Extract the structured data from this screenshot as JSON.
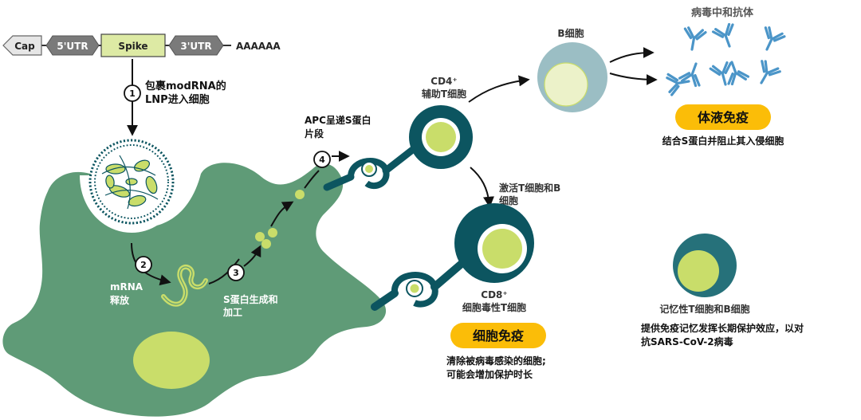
{
  "mrna": {
    "cap": "Cap",
    "utr5": "5'UTR",
    "spike": "Spike",
    "utr3": "3'UTR",
    "polyA": "AAAAAA"
  },
  "steps": {
    "s1": "1",
    "s1_label_line1": "包裹modRNA的",
    "s1_label_line2": "LNP进入细胞",
    "s2": "2",
    "s2_label_line1": "mRNA",
    "s2_label_line2": "释放",
    "s3": "3",
    "s3_label_line1": "S蛋白生成和",
    "s3_label_line2": "加工",
    "s4": "4",
    "s4_label_line1": "APC呈递S蛋白",
    "s4_label_line2": "片段"
  },
  "cells": {
    "cd4_line1": "CD4⁺",
    "cd4_line2": "辅助T细胞",
    "b_cell": "B细胞",
    "antibody_title": "病毒中和抗体",
    "activate_line1": "激活T细胞和B",
    "activate_line2": "细胞",
    "cd8_line1": "CD8⁺",
    "cd8_line2": "细胞毒性T细胞",
    "memory": "记忆性T细胞和B细胞"
  },
  "outcomes": {
    "humoral_badge": "体液免疫",
    "humoral_desc": "结合S蛋白并阻止其入侵细胞",
    "cellular_badge": "细胞免疫",
    "cellular_desc_line1": "清除被病毒感染的细胞;",
    "cellular_desc_line2": "可能会增加保护时长",
    "memory_desc_line1": "提供免疫记忆发挥长期保护效应，以对",
    "memory_desc_line2": "抗SARS-CoV-2病毒"
  },
  "colors": {
    "apc_green": "#5f9b77",
    "t_cell_dark": "#0c5560",
    "t_cell_core": "#c9dd6a",
    "b_cell_outer": "#9bbec4",
    "b_cell_core": "#ecf2c9",
    "antibody_blue": "#4b95c8",
    "badge_yellow": "#fbbd08",
    "spike_box": "#ddeaa4",
    "utr_gray": "#7a7a7a"
  }
}
